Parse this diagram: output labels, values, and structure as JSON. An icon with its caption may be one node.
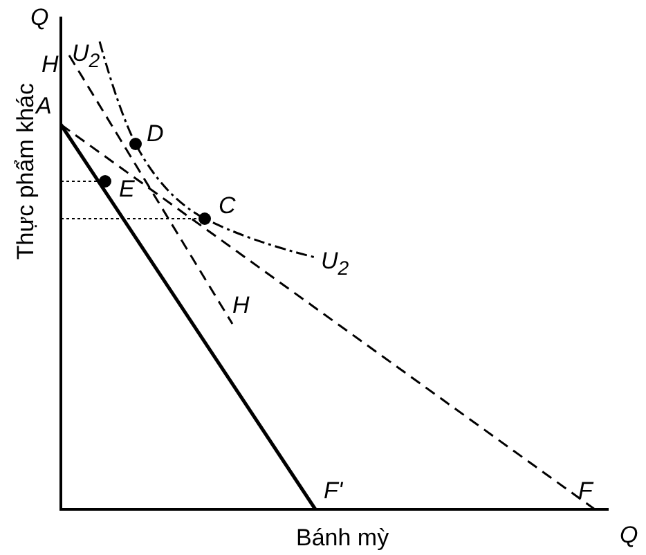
{
  "diagram": {
    "labels": [
      "Q",
      "H",
      "U$_{2}$",
      "A",
      "D",
      "E",
      "C",
      "U$_{2}$",
      "H",
      "Thực phẩm khác",
      "F'",
      "F",
      "Bánh mỳ",
      "Q"
    ]
  }
}
